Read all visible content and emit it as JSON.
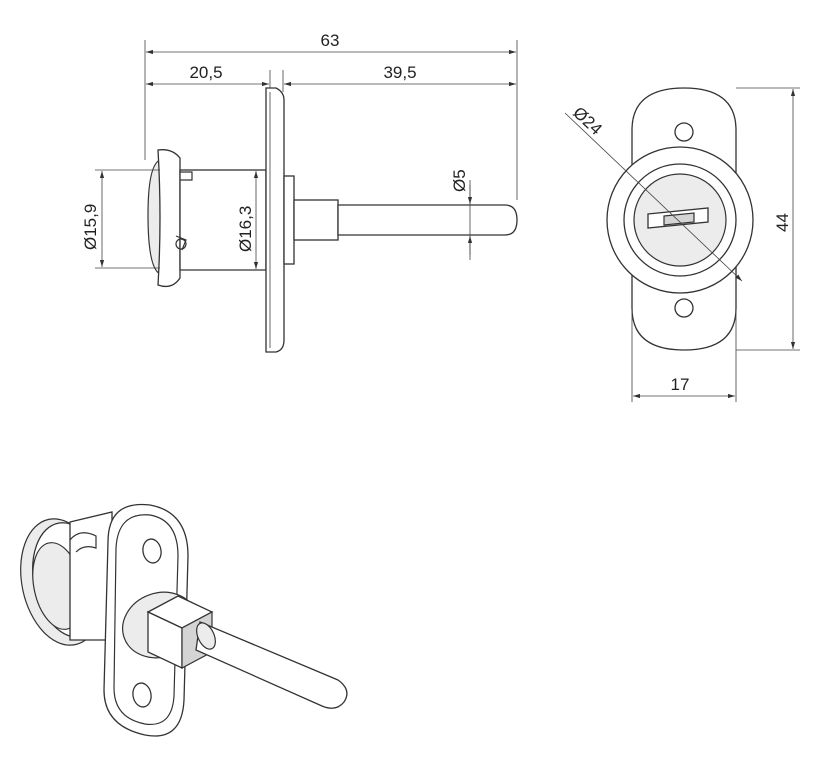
{
  "dimensions": {
    "overall_length": "63",
    "body_length": "20,5",
    "bolt_length": "39,5",
    "bolt_diameter": "Ø5",
    "front_diameter": "Ø15,9",
    "body_diameter": "Ø16,3",
    "face_diameter": "Ø24",
    "plate_width": "17",
    "plate_height": "44"
  },
  "icons": {
    "side_view": "lock-side-view-drawing",
    "front_view": "lock-front-view-drawing",
    "iso_view": "lock-isometric-view-drawing"
  }
}
